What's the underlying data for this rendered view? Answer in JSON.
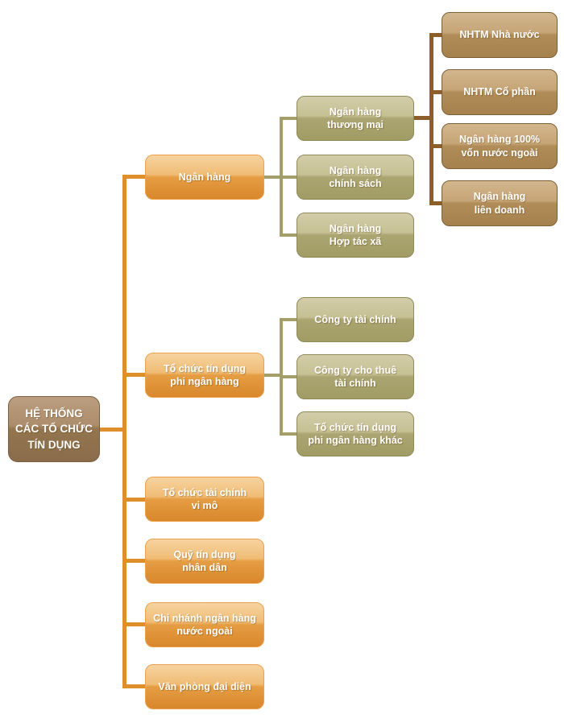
{
  "diagram": {
    "type": "org-tree",
    "language": "vi",
    "palette": {
      "root_box_top": "#bb9d80",
      "root_box_bottom": "#8a6c4b",
      "level2_box_top": "#f6d3a0",
      "level2_box_bottom": "#d9872c",
      "level3_box_top": "#d2cda9",
      "level3_box_bottom": "#a19b64",
      "level4_box_top": "#d2b68d",
      "level4_box_bottom": "#a5814e",
      "connector_orange": "#de8f2b",
      "connector_olive": "#a49e68",
      "connector_brown": "#8b5e2a",
      "text": "#ffffff",
      "background": "#ffffff"
    },
    "tree": {
      "label": "HỆ THỐNG\nCÁC TỔ CHỨC\nTÍN DỤNG",
      "children": [
        {
          "label": "Ngân hàng",
          "children": [
            {
              "label": "Ngân hàng\nthương mại",
              "children": [
                {
                  "label": "NHTM Nhà nước"
                },
                {
                  "label": "NHTM Cổ phần"
                },
                {
                  "label": "Ngân hàng 100%\nvốn nước ngoài"
                },
                {
                  "label": "Ngân hàng\nliên doanh"
                }
              ]
            },
            {
              "label": "Ngân hàng\nchính sách"
            },
            {
              "label": "Ngân hàng\nHợp tác xã"
            }
          ]
        },
        {
          "label": "Tổ chức tín dụng\nphi ngân hàng",
          "children": [
            {
              "label": "Công ty tài chính"
            },
            {
              "label": "Công ty cho thuê\ntài chính"
            },
            {
              "label": "Tổ chức tín dụng\nphi ngân hàng khác"
            }
          ]
        },
        {
          "label": "Tổ chức tài chính\nvi mô"
        },
        {
          "label": "Quỹ tín dụng\nnhân dân"
        },
        {
          "label": "Chi nhánh ngân hàng\nnước ngoài"
        },
        {
          "label": "Văn phòng đại diện"
        }
      ]
    }
  }
}
